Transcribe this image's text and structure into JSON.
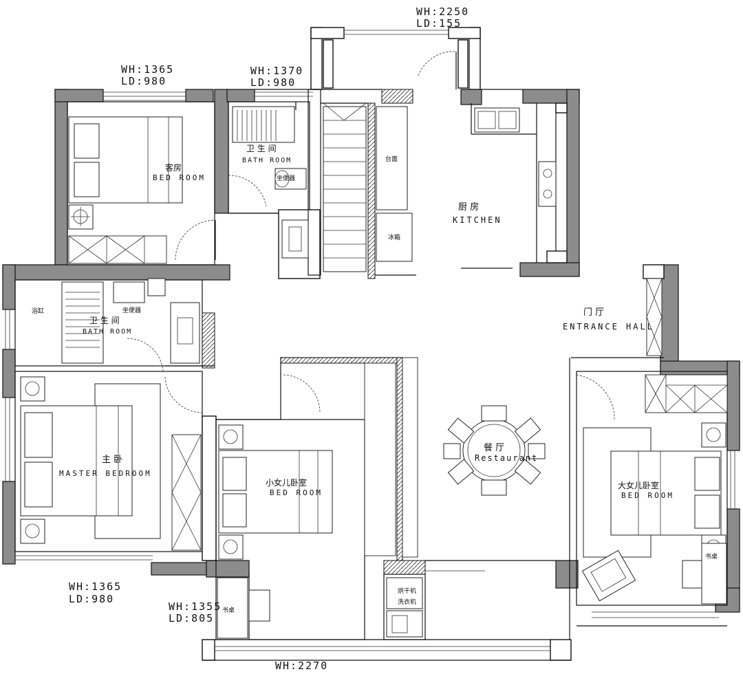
{
  "dimensions": {
    "top_right": [
      "WH:2250",
      "LD:155"
    ],
    "top_left": [
      "WH:1365",
      "LD:980"
    ],
    "top_mid": [
      "WH:1370",
      "LD:980"
    ],
    "bottom_left": [
      "WH:1365",
      "LD:980"
    ],
    "bottom_mid": [
      "WH:1355",
      "LD:805"
    ],
    "bottom": "WH:2270"
  },
  "rooms": {
    "guest_bedroom": {
      "cn": "客房",
      "en": "BED ROOM"
    },
    "bathroom_top": {
      "cn": "卫 生 间",
      "en": "BATH ROOM"
    },
    "kitchen": {
      "cn": "厨 房",
      "en": "KITCHEN"
    },
    "bathroom_main": {
      "cn": "卫 生 间",
      "en": "BATH ROOM"
    },
    "entrance_hall": {
      "cn": "门 厅",
      "en": "ENTRANCE HALL"
    },
    "master_bedroom": {
      "cn": "主 卧",
      "en": "MASTER BEDROOM"
    },
    "small_daughter_bedroom": {
      "cn": "小女儿卧室",
      "en": "BED ROOM"
    },
    "restaurant": {
      "cn": "餐 厅",
      "en": "Restaurant"
    },
    "big_daughter_bedroom": {
      "cn": "大女儿卧室",
      "en": "BED ROOM"
    }
  },
  "fixtures": {
    "toilet_top": "坐便器",
    "toilet_main": "坐便器",
    "bathtub": "浴缸",
    "counter": "台面",
    "fridge": "冰箱",
    "dryer": "烘干机",
    "washer": "洗衣机",
    "desk_left": "书桌",
    "desk_right": "书桌"
  }
}
